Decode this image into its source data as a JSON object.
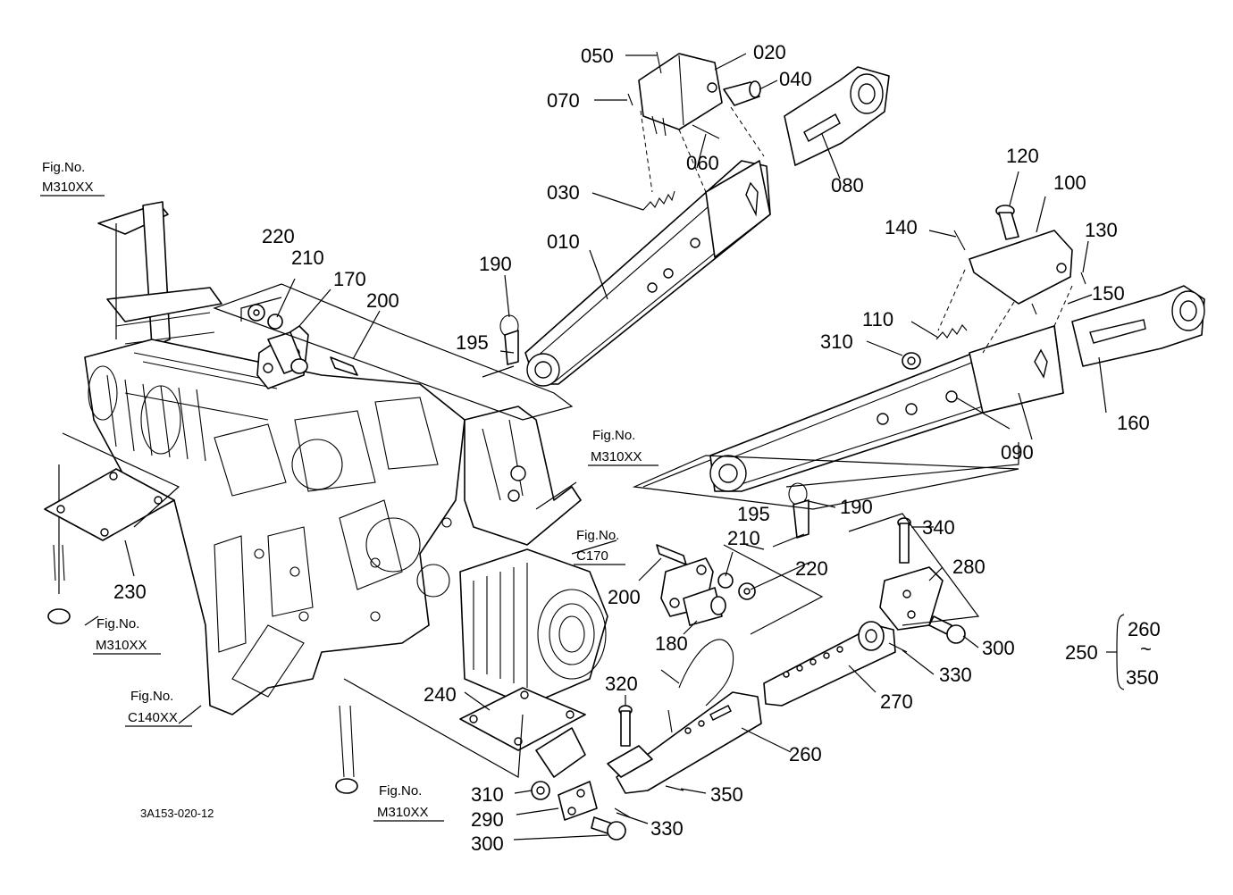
{
  "diagram_code": "3A153-020-12",
  "figure_refs": [
    {
      "id": "fig-top-left",
      "title": "Fig.No.",
      "code": "M310XX"
    },
    {
      "id": "fig-center",
      "title": "Fig.No.",
      "code": "M310XX"
    },
    {
      "id": "fig-c170",
      "title": "Fig.No.",
      "code": "C170"
    },
    {
      "id": "fig-left-low",
      "title": "Fig.No.",
      "code": "M310XX"
    },
    {
      "id": "fig-c140",
      "title": "Fig.No.",
      "code": "C140XX"
    },
    {
      "id": "fig-bottom",
      "title": "Fig.No.",
      "code": "M310XX"
    }
  ],
  "part_labels": {
    "p010": "010",
    "p020": "020",
    "p030": "030",
    "p040": "040",
    "p050": "050",
    "p060": "060",
    "p070": "070",
    "p080": "080",
    "p090": "090",
    "p100": "100",
    "p110": "110",
    "p120": "120",
    "p130": "130",
    "p140": "140",
    "p150": "150",
    "p160": "160",
    "p170": "170",
    "p180": "180",
    "p190a": "190",
    "p190b": "190",
    "p195a": "195",
    "p195b": "195",
    "p200a": "200",
    "p200b": "200",
    "p210a": "210",
    "p210b": "210",
    "p220a": "220",
    "p220b": "220",
    "p230": "230",
    "p240": "240",
    "p260": "260",
    "p270": "270",
    "p280": "280",
    "p290": "290",
    "p300a": "300",
    "p300b": "300",
    "p310a": "310",
    "p310b": "310",
    "p320": "320",
    "p330a": "330",
    "p330b": "330",
    "p340": "340",
    "p350": "350"
  },
  "assembly_group": {
    "id": "250",
    "from": "260",
    "tilde": "~",
    "to": "350"
  }
}
